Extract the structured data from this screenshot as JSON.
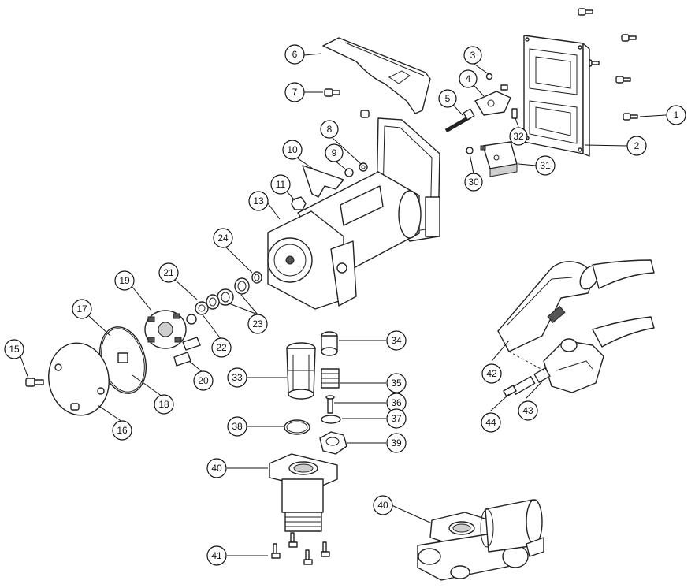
{
  "callouts": [
    {
      "id": "1",
      "label": "1"
    },
    {
      "id": "2",
      "label": "2"
    },
    {
      "id": "3",
      "label": "3"
    },
    {
      "id": "4",
      "label": "4"
    },
    {
      "id": "5",
      "label": "5"
    },
    {
      "id": "6",
      "label": "6"
    },
    {
      "id": "7",
      "label": "7"
    },
    {
      "id": "8",
      "label": "8"
    },
    {
      "id": "9",
      "label": "9"
    },
    {
      "id": "10",
      "label": "10"
    },
    {
      "id": "11",
      "label": "11"
    },
    {
      "id": "13",
      "label": "13"
    },
    {
      "id": "15",
      "label": "15"
    },
    {
      "id": "16",
      "label": "16"
    },
    {
      "id": "17",
      "label": "17"
    },
    {
      "id": "18",
      "label": "18"
    },
    {
      "id": "19",
      "label": "19"
    },
    {
      "id": "20",
      "label": "20"
    },
    {
      "id": "21",
      "label": "21"
    },
    {
      "id": "22",
      "label": "22"
    },
    {
      "id": "23",
      "label": "23"
    },
    {
      "id": "24",
      "label": "24"
    },
    {
      "id": "30",
      "label": "30"
    },
    {
      "id": "31",
      "label": "31"
    },
    {
      "id": "32",
      "label": "32"
    },
    {
      "id": "33",
      "label": "33"
    },
    {
      "id": "34",
      "label": "34"
    },
    {
      "id": "35",
      "label": "35"
    },
    {
      "id": "36",
      "label": "36"
    },
    {
      "id": "37",
      "label": "37"
    },
    {
      "id": "38",
      "label": "38"
    },
    {
      "id": "39",
      "label": "39"
    },
    {
      "id": "40a",
      "label": "40"
    },
    {
      "id": "40b",
      "label": "40"
    },
    {
      "id": "41",
      "label": "41"
    },
    {
      "id": "42",
      "label": "42"
    },
    {
      "id": "43",
      "label": "43"
    },
    {
      "id": "44",
      "label": "44"
    }
  ]
}
